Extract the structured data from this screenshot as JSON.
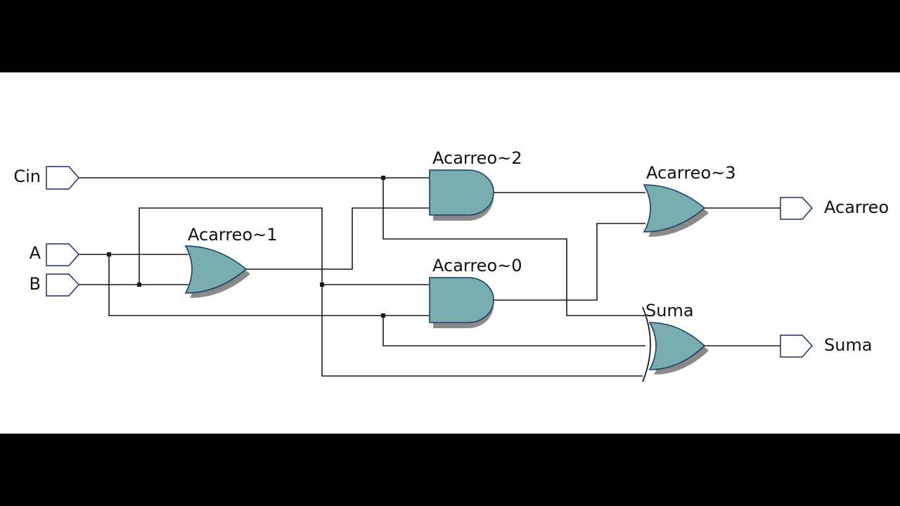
{
  "inputs": {
    "cin": "Cin",
    "a": "A",
    "b": "B"
  },
  "outputs": {
    "acarreo": "Acarreo",
    "suma": "Suma"
  },
  "gates": {
    "and_top": "Acarreo~2",
    "or_left": "Acarreo~1",
    "and_mid": "Acarreo~0",
    "or_right": "Acarreo~3",
    "xor": "Suma"
  },
  "colors": {
    "gate_fill": "#78aeb0",
    "gate_outline": "#1c3c6a",
    "pin_outline": "#1c2f7a",
    "wire": "#1a1a1a"
  },
  "icons": {
    "input_pin": "input-pin-icon",
    "output_pin": "output-pin-icon"
  }
}
